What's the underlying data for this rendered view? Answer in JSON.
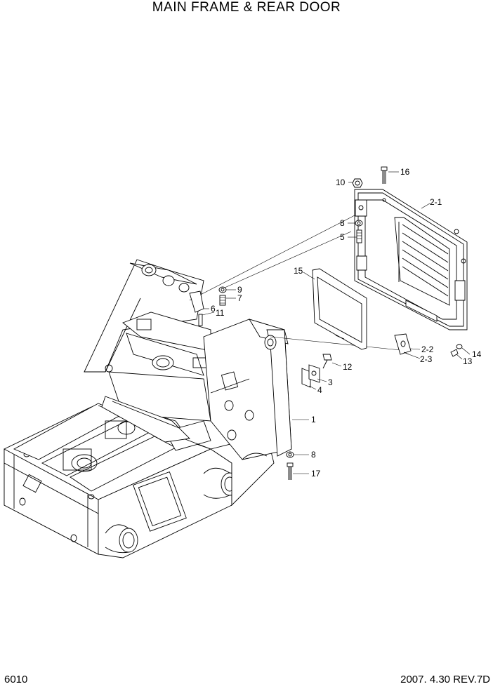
{
  "title": "MAIN FRAME & REAR DOOR",
  "footer": {
    "page_number": "6010",
    "date_revision": "2007. 4.30  REV.7D"
  },
  "callouts": {
    "c16": "16",
    "c10": "10",
    "c2_1": "2-1",
    "c8_top": "8",
    "c5": "5",
    "c15": "15",
    "c9": "9",
    "c7": "7",
    "c6": "6",
    "c11": "11",
    "c12": "12",
    "c3": "3",
    "c4": "4",
    "c1": "1",
    "c8_bottom": "8",
    "c17": "17",
    "c2_2": "2-2",
    "c2_3": "2-3",
    "c13": "13",
    "c14": "14"
  }
}
